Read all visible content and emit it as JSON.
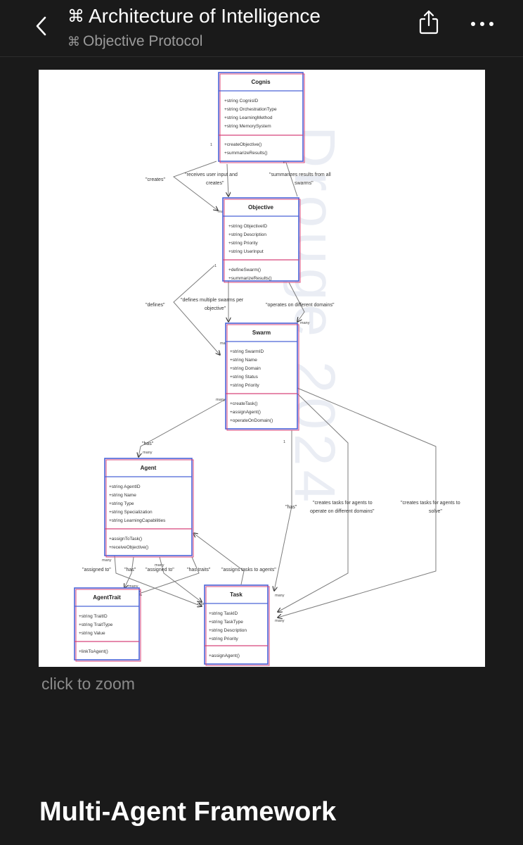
{
  "header": {
    "title": "Architecture of Intelligence",
    "subtitle": "Objective Protocol",
    "title_glyph": "⌘",
    "icons": [
      "chevron-left-icon",
      "share-icon",
      "more-icon"
    ]
  },
  "diagram": {
    "classes": {
      "cognis": {
        "name": "Cognis",
        "attrs": [
          "+string CognisID",
          "+string OrchestrationType",
          "+string LearningMethod",
          "+string MemorySystem"
        ],
        "methods": [
          "+createObjective()",
          "+summarizeResults()"
        ]
      },
      "objective": {
        "name": "Objective",
        "attrs": [
          "+string ObjectiveID",
          "+string Description",
          "+string Priority",
          "+string UserInput"
        ],
        "methods": [
          "+defineSwarm()",
          "+summarizeResults()"
        ]
      },
      "swarm": {
        "name": "Swarm",
        "attrs": [
          "+string SwarmID",
          "+string Name",
          "+string Domain",
          "+string Status",
          "+string Priority"
        ],
        "methods": [
          "+createTask()",
          "+assignAgent()",
          "+operateOnDomain()"
        ]
      },
      "agent": {
        "name": "Agent",
        "attrs": [
          "+string AgentID",
          "+string Name",
          "+string Type",
          "+string Specialization",
          "+string LearningCapabilities"
        ],
        "methods": [
          "+assignToTask()",
          "+receiveObjective()"
        ]
      },
      "agenttrait": {
        "name": "AgentTrait",
        "attrs": [
          "+string TraitID",
          "+string TraitType",
          "+string Value"
        ],
        "methods": [
          "+linkToAgent()"
        ]
      },
      "task": {
        "name": "Task",
        "attrs": [
          "+string TaskID",
          "+string TaskType",
          "+string Description",
          "+string Priority"
        ],
        "methods": [
          "+assignAgent()"
        ]
      }
    },
    "labels": {
      "creates": "\"creates\"",
      "receives_1": "\"receives user input and",
      "receives_2": "creates\"",
      "summarizes_1": "\"summarizes results from all",
      "summarizes_2": "swarms\"",
      "defines": "\"defines\"",
      "defines_multi_1": "\"defines multiple swarms per",
      "defines_multi_2": "objective\"",
      "operates": "\"operates on different domains\"",
      "has_agent": "\"has\"",
      "has_task": "\"has\"",
      "creates_tasks_domains_1": "\"creates tasks for agents to",
      "creates_tasks_domains_2": "operate on different domains\"",
      "creates_tasks_solve_1": "\"creates tasks for agents to",
      "creates_tasks_solve_2": "solve\"",
      "assigned_to_1": "\"assigned to\"",
      "has_trait_link": "\"has\"",
      "assigned_to_2": "\"assigned to\"",
      "has_traits": "\"has traits\"",
      "assigns_tasks": "\"assigns tasks to agents\""
    },
    "multiplicity": {
      "one": "1",
      "many": "many"
    },
    "watermark": "Drouge 2024"
  },
  "zoom_hint": "click to zoom",
  "section_title": "Multi-Agent Framework"
}
